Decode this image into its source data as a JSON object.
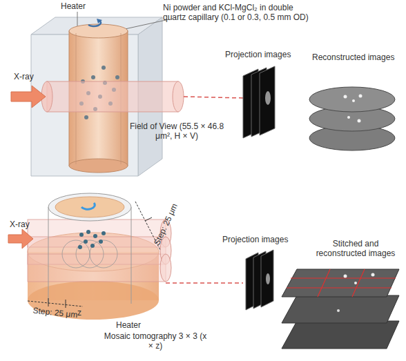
{
  "diagram": {
    "labels": [
      "Heater",
      "Ni powder and KCl-MgCl₂ in double quartz capillary (0.1 or 0.3, 0.5 mm OD)",
      "X-ray",
      "Field of View (55.5 × 46.8 μm², H × V)",
      "Projection images",
      "Reconstructed images",
      "X-ray",
      "Step: 25 μm",
      "Step: 25 μm",
      "z",
      "Heater",
      "Mosaic tomography 3 × 3 (x × z)",
      "Projection images",
      "Stitched and reconstructed images"
    ]
  }
}
